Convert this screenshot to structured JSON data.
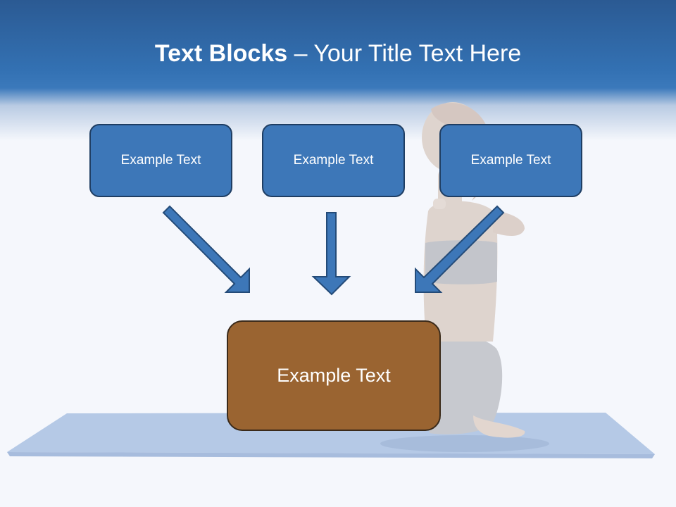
{
  "title": {
    "bold": "Text Blocks",
    "rest": " – Your Title Text Here"
  },
  "top_boxes": [
    {
      "label": "Example Text"
    },
    {
      "label": "Example Text"
    },
    {
      "label": "Example Text"
    }
  ],
  "bottom_box": {
    "label": "Example Text"
  },
  "colors": {
    "header": "#3371b3",
    "box_blue": "#3d77b8",
    "box_brown": "#9a6431",
    "arrow": "#3d77b8"
  }
}
